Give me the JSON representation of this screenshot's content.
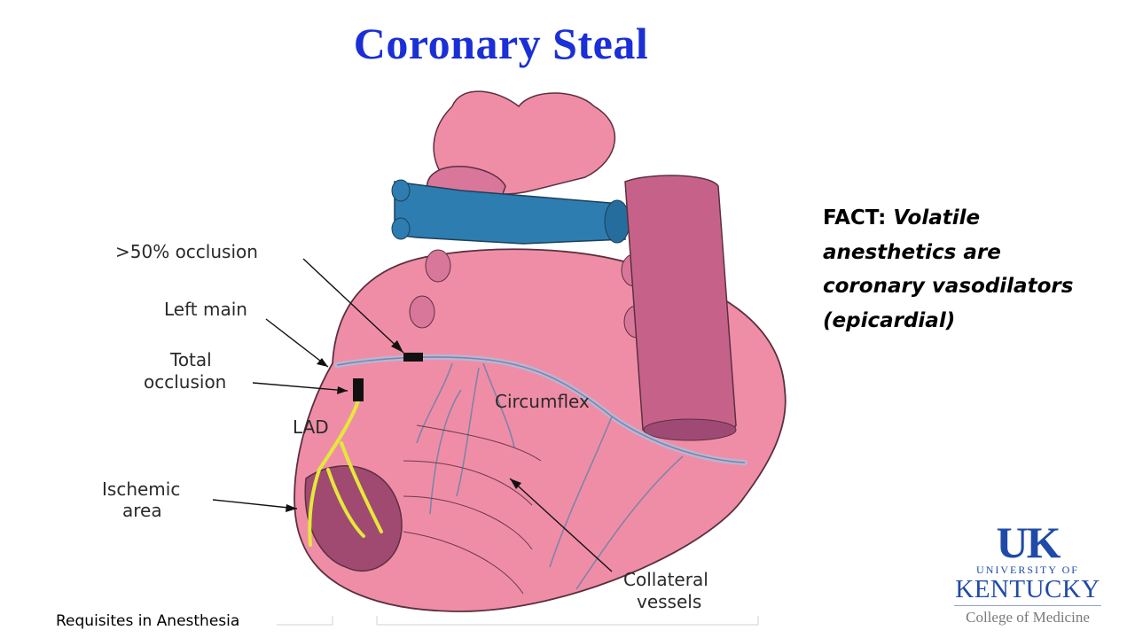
{
  "slide": {
    "title": "Coronary Steal",
    "fact": {
      "lead": "FACT:",
      "body": "Volatile anesthetics are coronary vasodilators (epicardial)"
    },
    "footer": "Requisites in Anesthesia"
  },
  "diagram": {
    "labels": {
      "occlusion50": ">50% occlusion",
      "left_main": "Left main",
      "total_occlusion_1": "Total",
      "total_occlusion_2": "occlusion",
      "lad": "LAD",
      "circumflex": "Circumflex",
      "ischemic_1": "Ischemic",
      "ischemic_2": "area",
      "collateral_1": "Collateral",
      "collateral_2": "vessels"
    },
    "colors": {
      "heart": "#f08da6",
      "heart_dark": "#c6628a",
      "vessel_blue": "#2d7db0",
      "ischemic": "#a04a72",
      "artery": "#b3b8d6",
      "lad": "#e4e83a"
    }
  },
  "logo": {
    "uk": "UK",
    "university_of": "UNIVERSITY OF",
    "kentucky": "KENTUCKY",
    "college": "College of Medicine"
  }
}
